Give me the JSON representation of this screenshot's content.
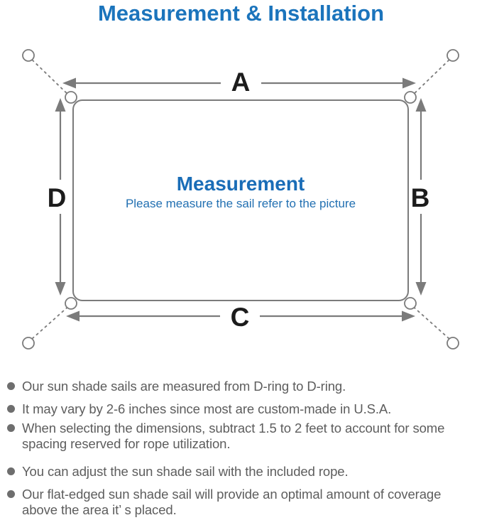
{
  "title": "Measurement & Installation",
  "diagram": {
    "labels": {
      "top": "A",
      "right": "B",
      "bottom": "C",
      "left": "D"
    },
    "center_heading": "Measurement",
    "center_subtitle": "Please measure the sail refer to the picture"
  },
  "notes": {
    "items": [
      "Our sun shade sails are measured from D-ring to D-ring.",
      "It may vary by 2-6 inches since most are custom-made in U.S.A.",
      "When selecting the dimensions, subtract 1.5 to 2 feet to account for some spacing reserved for rope utilization.",
      "You can adjust the sun shade sail with the included rope.",
      "Our flat-edged sun shade sail will provide an optimal amount of coverage above the area it’ s placed."
    ]
  },
  "colors": {
    "accent_blue": "#1b74bc",
    "center_blue": "#1a6db7",
    "line_gray": "#7b7b7b",
    "text_gray": "#5d5d5d",
    "label_black": "#1c1c1c"
  }
}
